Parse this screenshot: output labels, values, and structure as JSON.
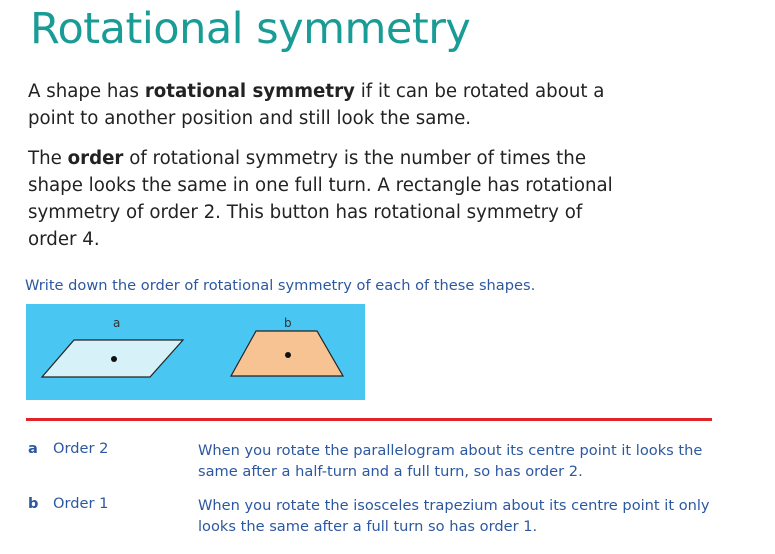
{
  "title": "Rotational symmetry",
  "intro": {
    "p1": {
      "before": "A shape has ",
      "bold": "rotational symmetry",
      "after": " if it can be rotated about a point to another position and still look the same."
    },
    "p2": {
      "before": "The ",
      "bold": "order",
      "after": " of rotational symmetry is the number of times the shape looks the same in one full turn. A rectangle has rotational symmetry of order 2. This button has rotational symmetry of order 4."
    }
  },
  "question": "Write down the order of rotational symmetry of each of these shapes.",
  "shapes": [
    {
      "label": "a",
      "shape": "parallelogram",
      "fill": "#d7f1f9"
    },
    {
      "label": "b",
      "shape": "isosceles-trapezium",
      "fill": "#f8c392"
    }
  ],
  "colors": {
    "title": "#1a9c96",
    "panel": "#49c6f2",
    "divider": "#e0242a",
    "answer_text": "#2c58a0"
  },
  "answers": [
    {
      "letter": "a",
      "order": "Order 2",
      "explanation": "When you rotate the parallelogram about its centre point it looks the same after a half-turn and a full turn, so has order 2."
    },
    {
      "letter": "b",
      "order": "Order 1",
      "explanation": "When you rotate the isosceles trapezium about its centre point it only looks the same after a full turn so has order 1."
    }
  ]
}
